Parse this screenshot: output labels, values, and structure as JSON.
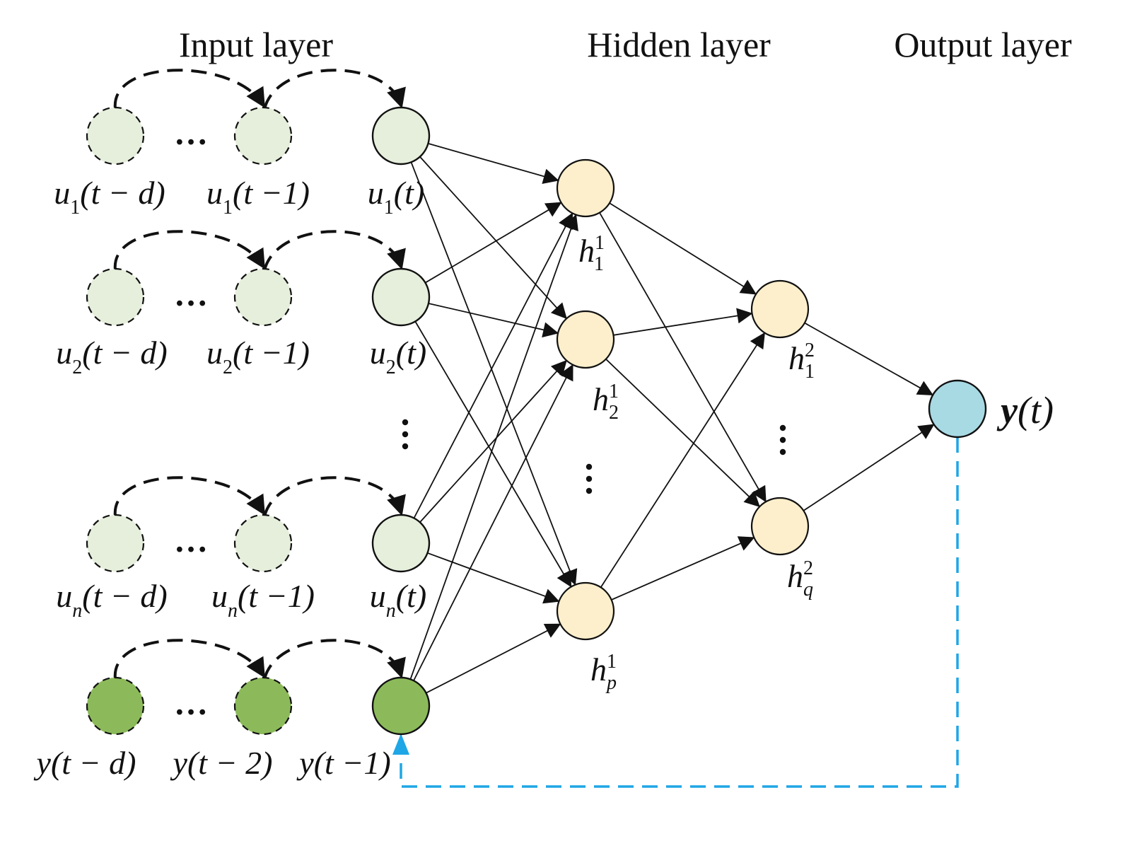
{
  "titles": {
    "input": "Input layer",
    "hidden": "Hidden layer",
    "output": "Output layer"
  },
  "ellipsis": {
    "horizontal": "…",
    "vertical": "⋮"
  },
  "input_rows": [
    {
      "id": "u1",
      "base": "u",
      "sub": "1",
      "labels": [
        {
          "base": "u",
          "sub": "1",
          "arg": "(t − d)"
        },
        {
          "base": "u",
          "sub": "1",
          "arg": "(t −1)"
        },
        {
          "base": "u",
          "sub": "1",
          "arg": "(t)"
        }
      ]
    },
    {
      "id": "u2",
      "labels": [
        {
          "base": "u",
          "sub": "2",
          "arg": "(t − d)"
        },
        {
          "base": "u",
          "sub": "2",
          "arg": "(t −1)"
        },
        {
          "base": "u",
          "sub": "2",
          "arg": "(t)"
        }
      ]
    },
    {
      "id": "un",
      "labels": [
        {
          "base": "u",
          "sub": "n",
          "arg": "(t − d)"
        },
        {
          "base": "u",
          "sub": "n",
          "arg": "(t −1)"
        },
        {
          "base": "u",
          "sub": "n",
          "arg": "(t)"
        }
      ]
    },
    {
      "id": "y",
      "labels": [
        {
          "base": "y",
          "sub": "",
          "arg": "(t − d)"
        },
        {
          "base": "y",
          "sub": "",
          "arg": "(t − 2)"
        },
        {
          "base": "y",
          "sub": "",
          "arg": "(t −1)"
        }
      ]
    }
  ],
  "hidden1": [
    {
      "base": "h",
      "sub": "1",
      "sup": "1"
    },
    {
      "base": "h",
      "sub": "2",
      "sup": "1"
    },
    {
      "base": "h",
      "sub": "p",
      "sup": "1"
    }
  ],
  "hidden2": [
    {
      "base": "h",
      "sub": "1",
      "sup": "2"
    },
    {
      "base": "h",
      "sub": "q",
      "sup": "2"
    }
  ],
  "output": {
    "base": "y",
    "arg": "(t)"
  },
  "colors": {
    "input_node": "#e6efdc",
    "output_feedback_node": "#8cba5a",
    "hidden_node": "#fdefcc",
    "output_node": "#a8dae4",
    "feedback_line": "#1ea6e6",
    "stroke": "#111111"
  }
}
